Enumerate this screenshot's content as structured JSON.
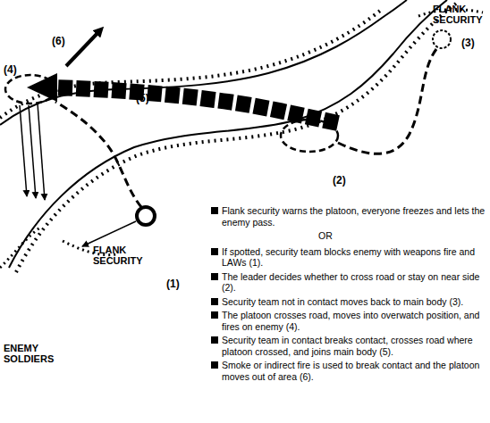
{
  "diagram": {
    "labels": [
      "FLANK SECURITY",
      "(3)",
      "(6)",
      "(4)",
      "(5)",
      "(2)",
      "FLANK SECURITY",
      "(1)",
      "ENEMY SOLDIERS",
      "Flank security warns the  platoon, everyone freezes and lets the enemy pass.",
      "OR",
      "If spotted, security team  blocks enemy with weapons fire and LAWs (1).",
      "The leader decides whether to cross road or stay on near side (2).",
      "Security team not in contact moves back to main body (3).",
      "The  platoon crosses road, moves into overwatch position, and fires on enemy (4).",
      "Security team in contact breaks contact, crosses road where platoon crossed, and joins main body (5).",
      "Smoke or indirect fire is used to break contact and the platoon moves out of area (6)."
    ]
  }
}
